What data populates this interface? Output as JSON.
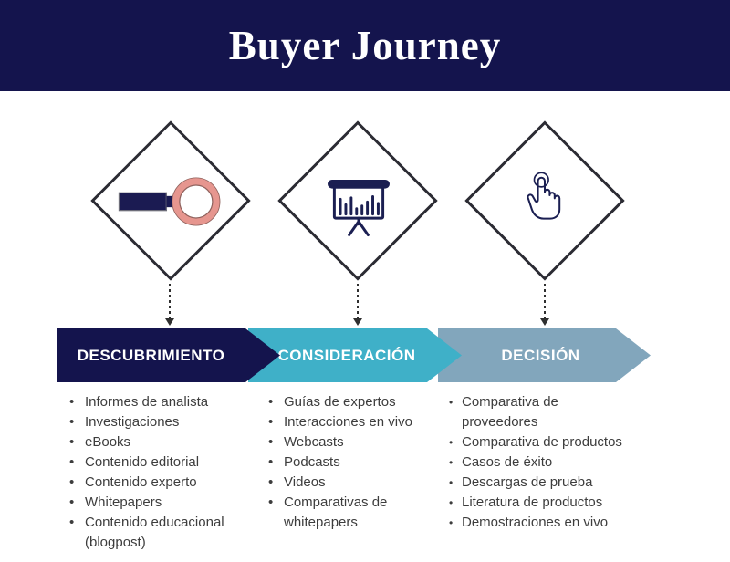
{
  "header": {
    "title": "Buyer Journey",
    "background_color": "#14144d",
    "text_color": "#ffffff"
  },
  "ui": {
    "bullet": "•"
  },
  "colors": {
    "navy": "#14144d",
    "teal": "#3fb0c8",
    "steel_blue": "#82a6bc",
    "icon_navy": "#1b1f52",
    "magnifier_ring_pink": "#e6968f",
    "diamond_outline": "#2b2b33",
    "list_text": "#3d3d3d"
  },
  "stages": [
    {
      "icon": "magnifier-icon",
      "banner_label": "DESCUBRIMIENTO",
      "banner_color": "#14144d",
      "items": [
        "Informes de analista",
        "Investigaciones",
        "eBooks",
        "Contenido editorial",
        "Contenido experto",
        "Whitepapers",
        "Contenido educacional (blogpost)"
      ]
    },
    {
      "icon": "presentation-chart-icon",
      "banner_label": "CONSIDERACIÓN",
      "banner_color": "#3fb0c8",
      "items": [
        "Guías de expertos",
        "Interacciones en vivo",
        "Webcasts",
        "Podcasts",
        "Videos",
        "Comparativas de whitepapers"
      ]
    },
    {
      "icon": "tap-hand-icon",
      "banner_label": "DECISIÓN",
      "banner_color": "#82a6bc",
      "items": [
        "Comparativa de proveedores",
        "Comparativa de productos",
        "Casos de éxito",
        "Descargas de prueba",
        "Literatura de productos",
        "Demostraciones en vivo"
      ]
    }
  ]
}
